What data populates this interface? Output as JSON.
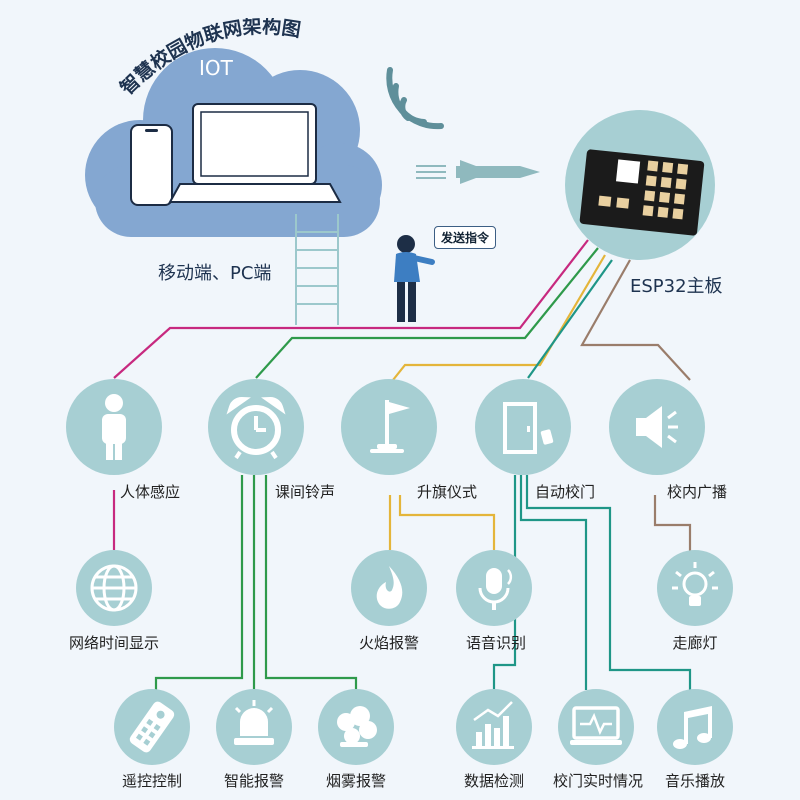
{
  "title": "智慧校园物联网架构图",
  "iot_label": "IOT",
  "mobile_label": "移动端、PC端",
  "board_label": "ESP32主板",
  "speech_bubble": "发送指令",
  "colors": {
    "background": "#f1f6fb",
    "cloud": "#84a7d1",
    "node": "#a7cfd3",
    "magenta": "#c7297f",
    "green": "#2f9a4b",
    "yellow": "#e4b53a",
    "teal": "#1f9687",
    "brown": "#9a7d6b"
  },
  "nodes": [
    {
      "label": "人体感应",
      "icon": "person-icon"
    },
    {
      "label": "课间铃声",
      "icon": "alarm-clock-icon"
    },
    {
      "label": "升旗仪式",
      "icon": "flag-icon"
    },
    {
      "label": "自动校门",
      "icon": "door-icon"
    },
    {
      "label": "校内广播",
      "icon": "speaker-icon"
    },
    {
      "label": "网络时间显示",
      "icon": "globe-icon"
    },
    {
      "label": "火焰报警",
      "icon": "flame-icon"
    },
    {
      "label": "语音识别",
      "icon": "microphone-icon"
    },
    {
      "label": "走廊灯",
      "icon": "light-bulb-icon"
    },
    {
      "label": "遥控控制",
      "icon": "remote-control-icon"
    },
    {
      "label": "智能报警",
      "icon": "siren-icon"
    },
    {
      "label": "烟雾报警",
      "icon": "smoke-icon"
    },
    {
      "label": "数据检测",
      "icon": "bar-chart-icon"
    },
    {
      "label": "校门实时情况",
      "icon": "monitor-icon"
    },
    {
      "label": "音乐播放",
      "icon": "music-note-icon"
    }
  ]
}
